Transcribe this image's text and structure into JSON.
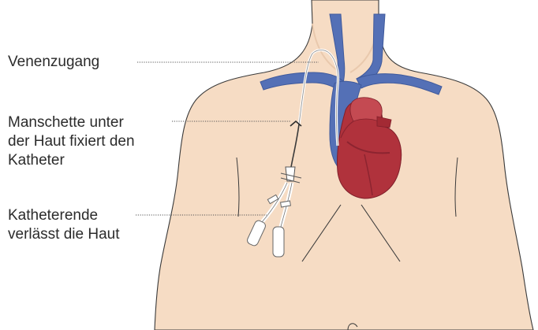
{
  "labels": {
    "venous_access": "Venenzugang",
    "cuff": [
      "Manschette unter",
      "der Haut fixiert den",
      "Katheter"
    ],
    "catheter_end": [
      "Katheterende",
      "verlässt die Haut"
    ]
  },
  "colors": {
    "skin": "#f6dcc4",
    "skin_outline": "#3a3a3a",
    "vein": "#5470b6",
    "vein_dark": "#3f5a9c",
    "heart": "#b0323c",
    "heart_dark": "#8c2430",
    "catheter": "#ffffff",
    "leader_line": "#555555"
  }
}
